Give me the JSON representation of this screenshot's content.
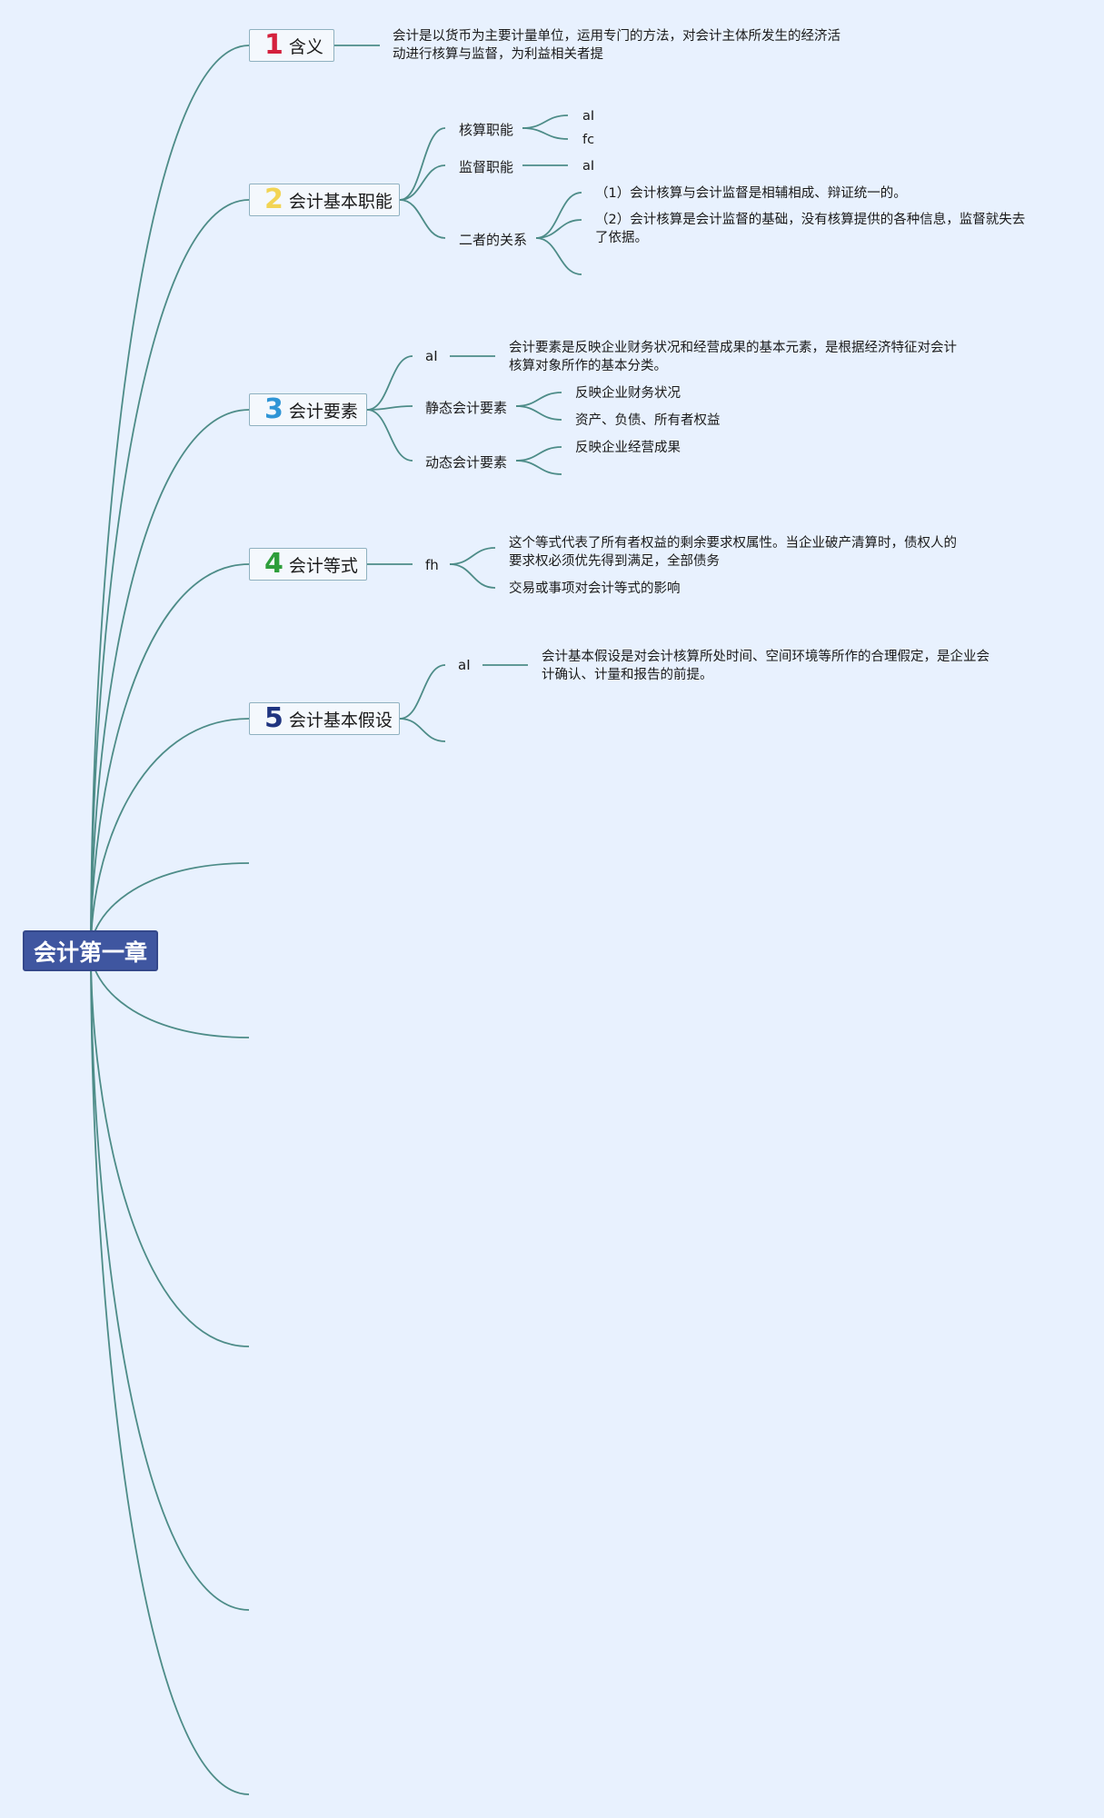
{
  "root": {
    "label": "会计第一章"
  },
  "topics": [
    {
      "number": "1",
      "number_color": "#d4213d",
      "label": "含义",
      "children": [
        {
          "text": "会计是以货币为主要计量单位，运用专门的方法，对会计主体所发生的经济活动进行核算与监督，为利益相关者提"
        }
      ]
    },
    {
      "number": "2",
      "number_color": "#f2d454",
      "label": "会计基本职能",
      "children": [
        {
          "label": "核算职能",
          "children": [
            {
              "text": "aI"
            },
            {
              "text": "fc"
            }
          ]
        },
        {
          "label": "监督职能",
          "children": [
            {
              "text": "aI"
            }
          ]
        },
        {
          "label": "二者的关系",
          "children": [
            {
              "text": "（1）会计核算与会计监督是相辅相成、辩证统一的。"
            },
            {
              "text": "（2）会计核算是会计监督的基础，没有核算提供的各种信息，监督就失去了依据。"
            }
          ]
        }
      ]
    },
    {
      "number": "3",
      "number_color": "#2f95d6",
      "label": "会计要素",
      "children": [
        {
          "label": "aI",
          "children": [
            {
              "text": "会计要素是反映企业财务状况和经营成果的基本元素，是根据经济特征对会计核算对象所作的基本分类。"
            }
          ]
        },
        {
          "label": "静态会计要素",
          "children": [
            {
              "text": "反映企业财务状况"
            },
            {
              "text": "资产、负债、所有者权益"
            }
          ]
        },
        {
          "label": "动态会计要素",
          "children": [
            {
              "text": "反映企业经营成果"
            }
          ]
        }
      ]
    },
    {
      "number": "4",
      "number_color": "#2e9e3b",
      "label": "会计等式",
      "children": [
        {
          "label": "fh",
          "children": [
            {
              "text": "这个等式代表了所有者权益的剩余要求权属性。当企业破产清算时，债权人的要求权必须优先得到满足，全部债务"
            },
            {
              "text": "交易或事项对会计等式的影响"
            }
          ]
        }
      ]
    },
    {
      "number": "5",
      "number_color": "#1f3480",
      "label": "会计基本假设",
      "children": [
        {
          "label": "aI",
          "children": [
            {
              "text": "会计基本假设是对会计核算所处时间、空间环境等所作的合理假定，是企业会计确认、计量和报告的前提。"
            }
          ]
        }
      ]
    }
  ],
  "colors": {
    "background": "#e8f1fe",
    "root_fill": "#3f56a0",
    "line": "#4d8c88",
    "topic_border": "#8fb1c0"
  }
}
